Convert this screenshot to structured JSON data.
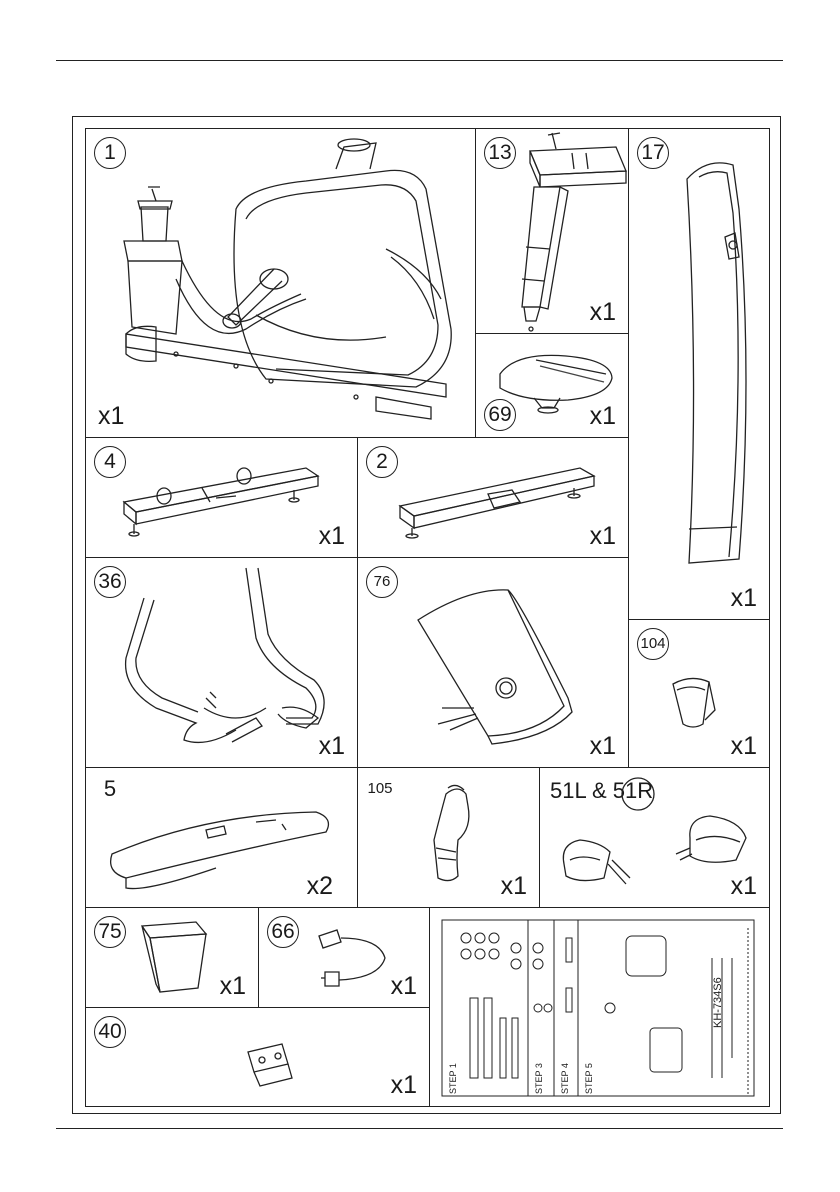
{
  "sheet": {
    "title": "",
    "parts": [
      {
        "no": "1",
        "qty": "x1",
        "icon": "bike-frame-icon"
      },
      {
        "no": "13",
        "qty": "x1",
        "icon": "seat-post-icon"
      },
      {
        "no": "17",
        "qty": "x1",
        "icon": "front-cover-icon"
      },
      {
        "no": "69",
        "qty": "x1",
        "icon": "seat-icon"
      },
      {
        "no": "4",
        "qty": "x1",
        "icon": "front-stabilizer-icon"
      },
      {
        "no": "2",
        "qty": "x1",
        "icon": "rear-stabilizer-icon"
      },
      {
        "no": "36",
        "qty": "x1",
        "icon": "handlebar-icon"
      },
      {
        "no": "76",
        "qty": "x1",
        "icon": "console-icon"
      },
      {
        "no": "104",
        "qty": "x1",
        "icon": "bottle-holder-icon"
      },
      {
        "no": "5",
        "qty": "x2",
        "icon": "stabilizer-cover-icon"
      },
      {
        "no": "105",
        "qty": "x1",
        "icon": "water-bottle-icon"
      },
      {
        "no": "51L & 51R",
        "qty": "x1",
        "icon": "pedal-icon"
      },
      {
        "no": "75",
        "qty": "x1",
        "icon": "post-cover-icon"
      },
      {
        "no": "66",
        "qty": "x1",
        "icon": "adapter-icon"
      },
      {
        "no": "40",
        "qty": "x1",
        "icon": "bracket-icon"
      }
    ],
    "hardware_pack": {
      "model": "KH-734S6",
      "steps": [
        "STEP 1",
        "STEP 3",
        "STEP 4",
        "STEP 5"
      ],
      "icon": "hardware-pack-icon"
    }
  }
}
